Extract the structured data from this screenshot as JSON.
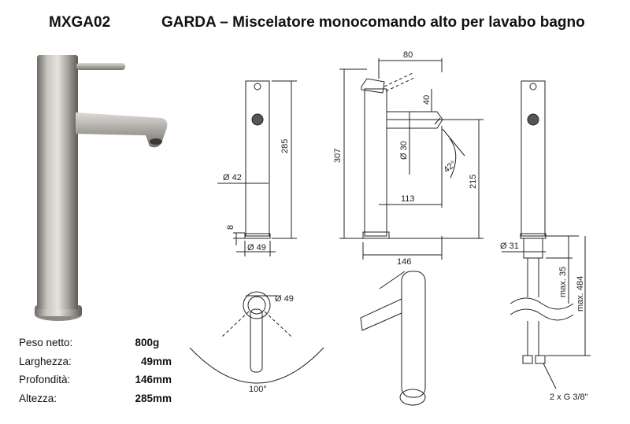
{
  "header": {
    "code": "MXGA02",
    "title": "GARDA – Miscelatore monocomando alto per lavabo bagno"
  },
  "specs": [
    {
      "label": "Peso netto:",
      "value": "800",
      "unit": "g"
    },
    {
      "label": "Larghezza:",
      "value": "49",
      "unit": "mm"
    },
    {
      "label": "Profondità:",
      "value": "146",
      "unit": "mm"
    },
    {
      "label": "Altezza:",
      "value": "285",
      "unit": "mm"
    }
  ],
  "dimensions": {
    "front_height": "285",
    "front_diameter": "Ø 42",
    "base_height": "8",
    "base_diameter": "Ø 49",
    "side_total_height": "307",
    "lever_length": "80",
    "lever_offset": "40",
    "spout_diameter": "Ø 30",
    "spout_angle": "42°",
    "spout_height": "215",
    "spout_reach": "113",
    "total_depth": "146",
    "top_diameter": "Ø 49",
    "rotation_angle": "100°",
    "thread_diameter": "Ø 31",
    "max_thread": "max. 35",
    "max_hose": "max. 484",
    "connection": "2 x G 3/8\""
  }
}
